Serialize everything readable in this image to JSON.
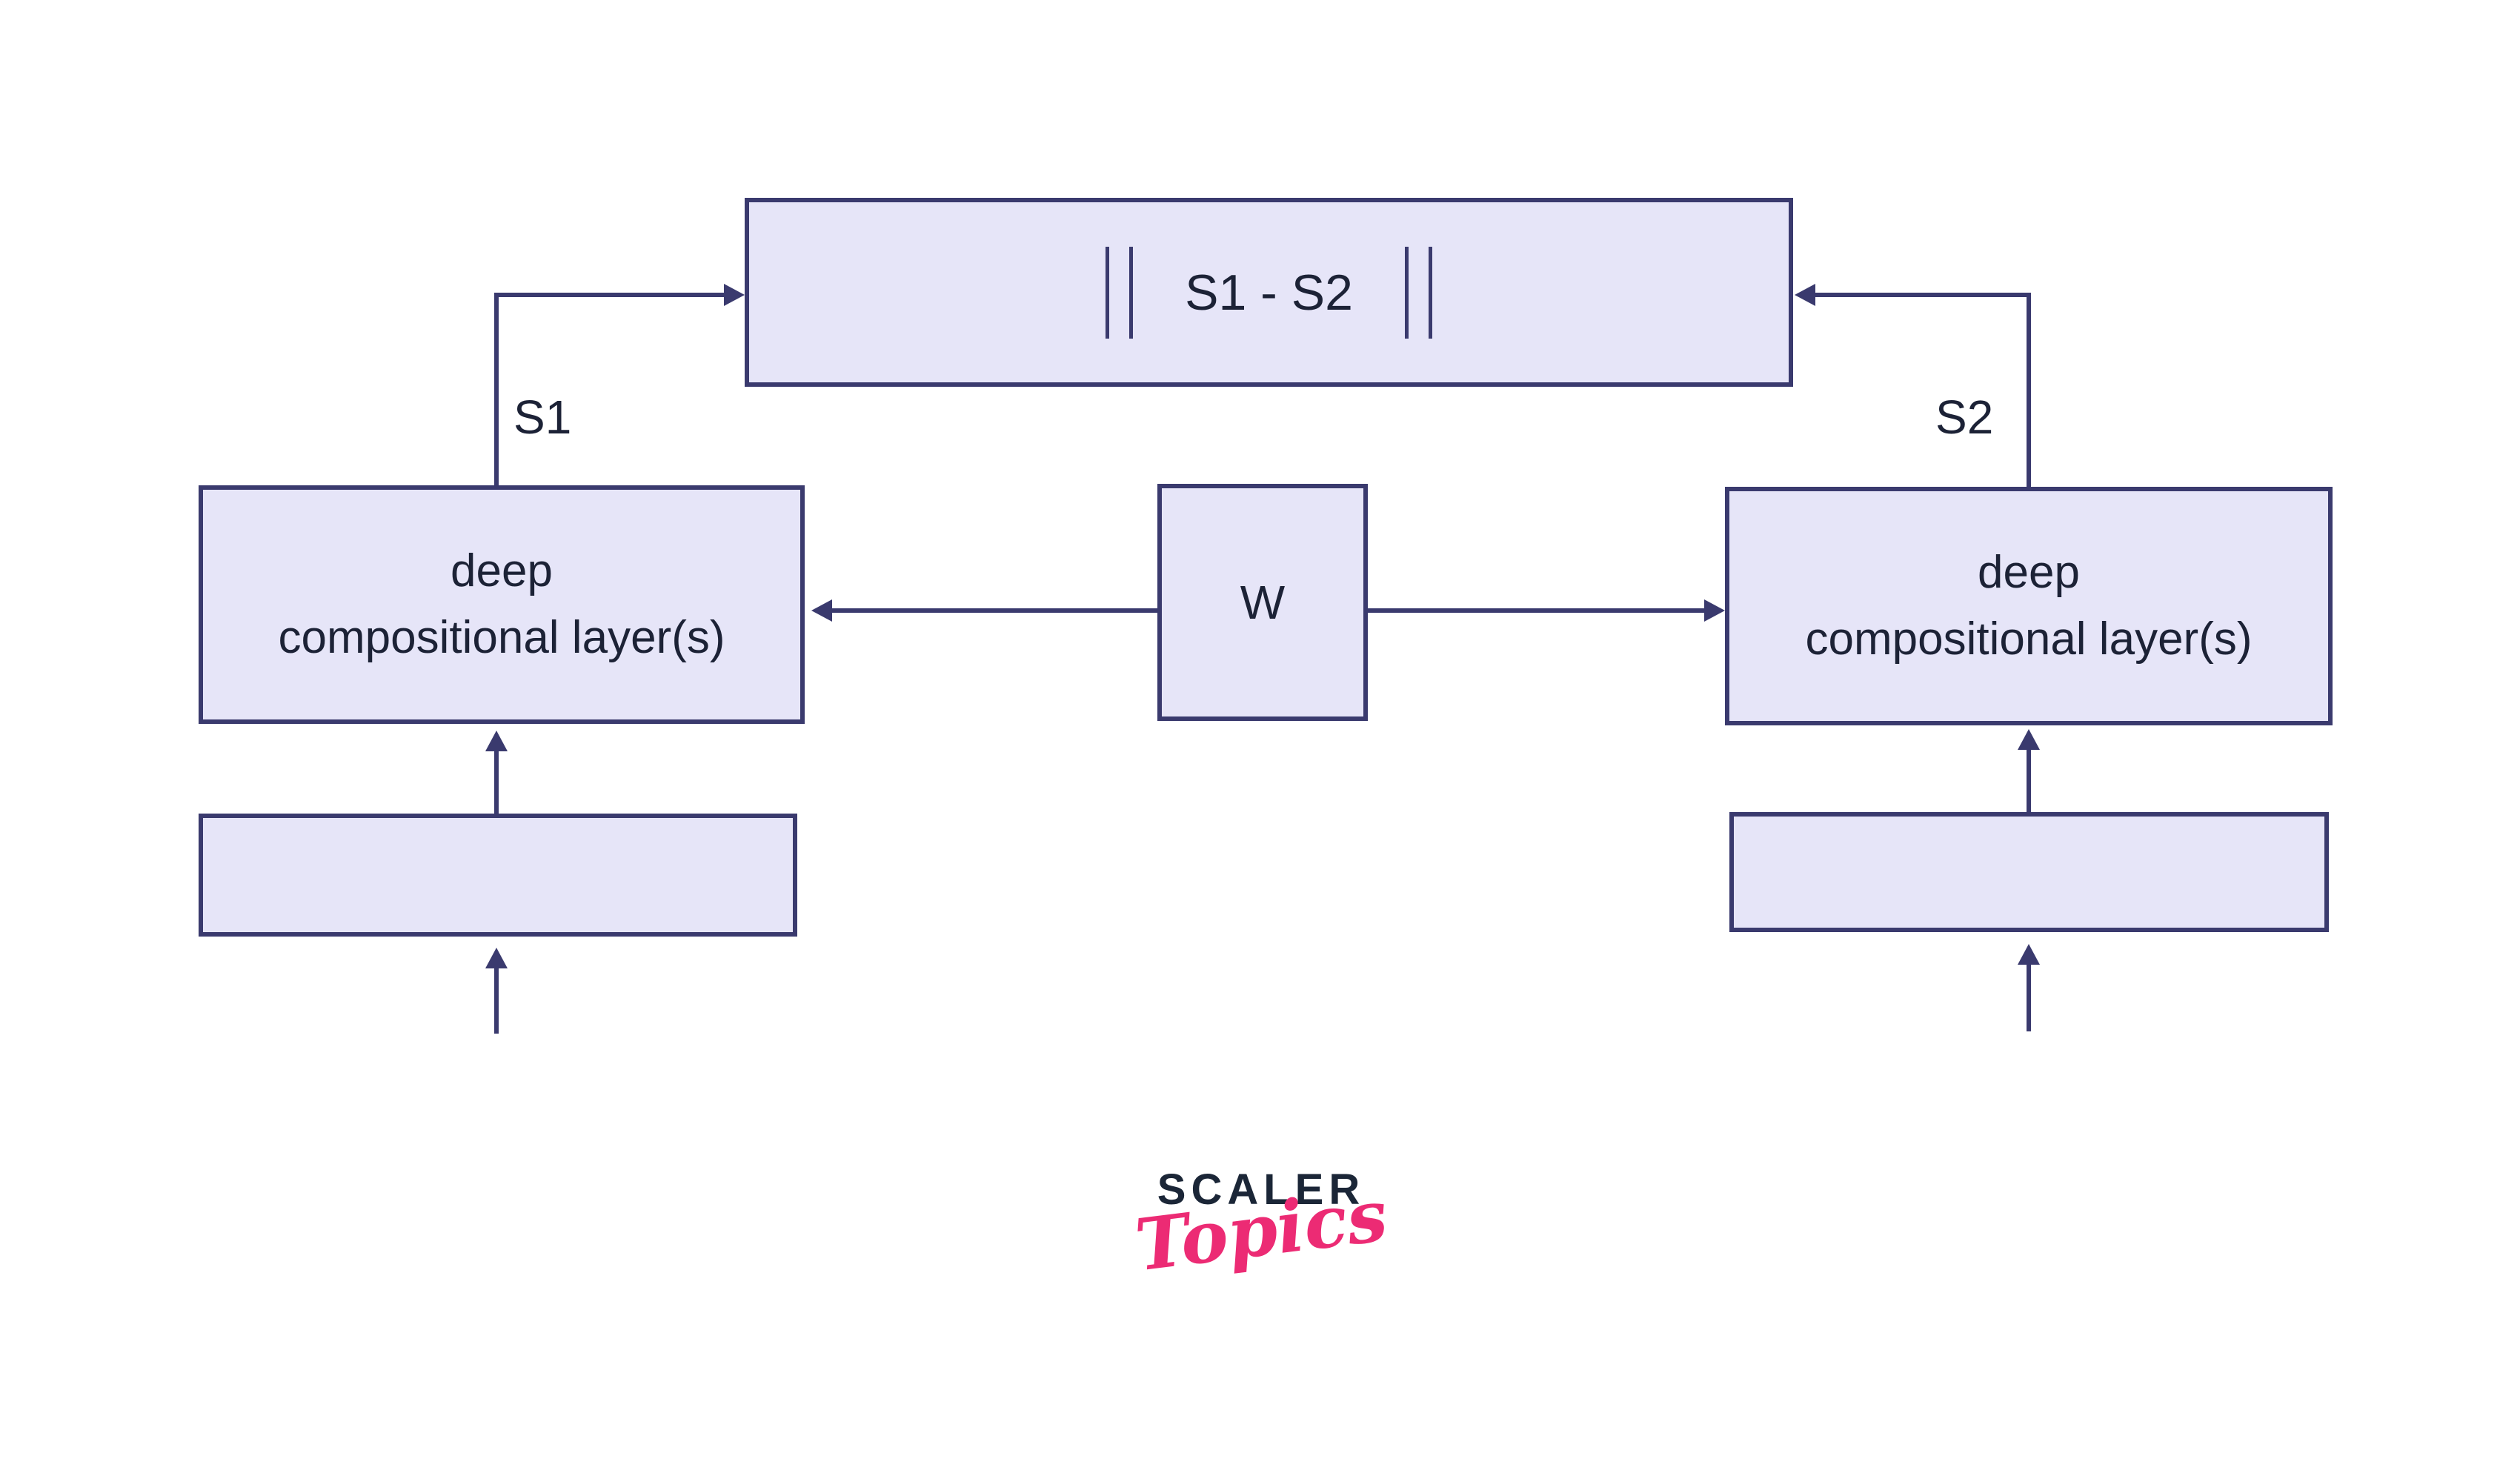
{
  "colors": {
    "background": "#ffffff",
    "box_fill": "#e6e5f8",
    "outline_and_arrows": "#3a3a6e",
    "diagram_text": "#1c2236",
    "logo_navy": "#1b2637",
    "logo_pink": "#ec2b74"
  },
  "diagram": {
    "similarity_box": {
      "norm_bar_icon": "double-vertical-bar",
      "expression": "S1 - S2"
    },
    "branch_left": {
      "output_label": "S1",
      "deep_box": {
        "line1": "deep",
        "line2": "compositional layer(s)"
      }
    },
    "branch_right": {
      "output_label": "S2",
      "deep_box": {
        "line1": "deep",
        "line2": "compositional layer(s)"
      }
    },
    "weight_box": {
      "label": "W"
    }
  },
  "logo": {
    "brand": "SCALER",
    "product": "Topics"
  }
}
